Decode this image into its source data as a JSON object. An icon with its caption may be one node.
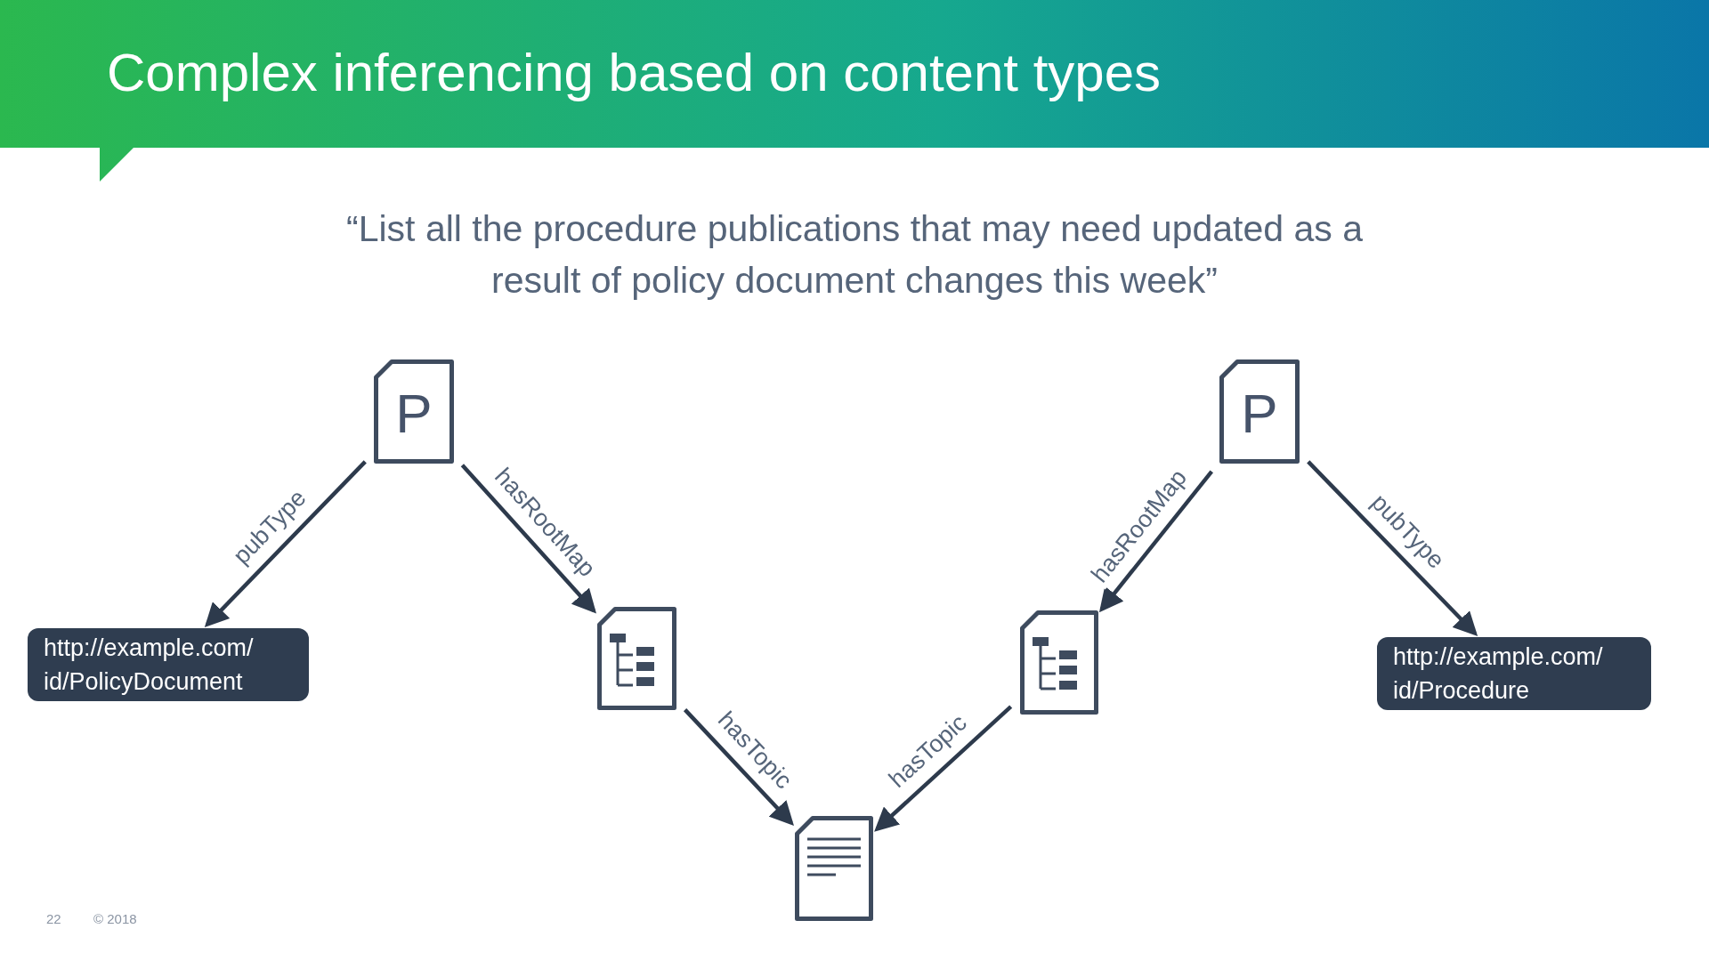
{
  "diagram": {
    "title": "Complex inferencing based on content types",
    "nodes": [
      {
        "text": [
          "P"
        ]
      },
      {
        "text": [
          "P"
        ]
      },
      {
        "text": [
          "http://example.com/ id/PolicyDocument"
        ]
      },
      {
        "text": [],
        "shape": "tree"
      },
      {
        "text": [],
        "shape": "tree"
      },
      {
        "text": [
          "http://example.com/ id/Procedure"
        ]
      },
      {
        "text": [],
        "shape": "document"
      }
    ],
    "edges": [
      {
        "from": 0,
        "to": 2,
        "arrow": "to",
        "label": "pubType"
      },
      {
        "from": 0,
        "to": 3,
        "arrow": "to",
        "label": "hasRootMap"
      },
      {
        "from": 1,
        "to": 4,
        "arrow": "to",
        "label": "hasRootMap"
      },
      {
        "from": 1,
        "to": 5,
        "arrow": "to",
        "label": "pubType"
      },
      {
        "from": 3,
        "to": 6,
        "arrow": "to",
        "label": "hasTopic"
      },
      {
        "from": 4,
        "to": 6,
        "arrow": "to",
        "label": "hasTopic"
      }
    ],
    "labels": [
      "“List all the procedure publications that may need updated as a result of policy document changes this week”",
      "22",
      "© 2018"
    ]
  }
}
